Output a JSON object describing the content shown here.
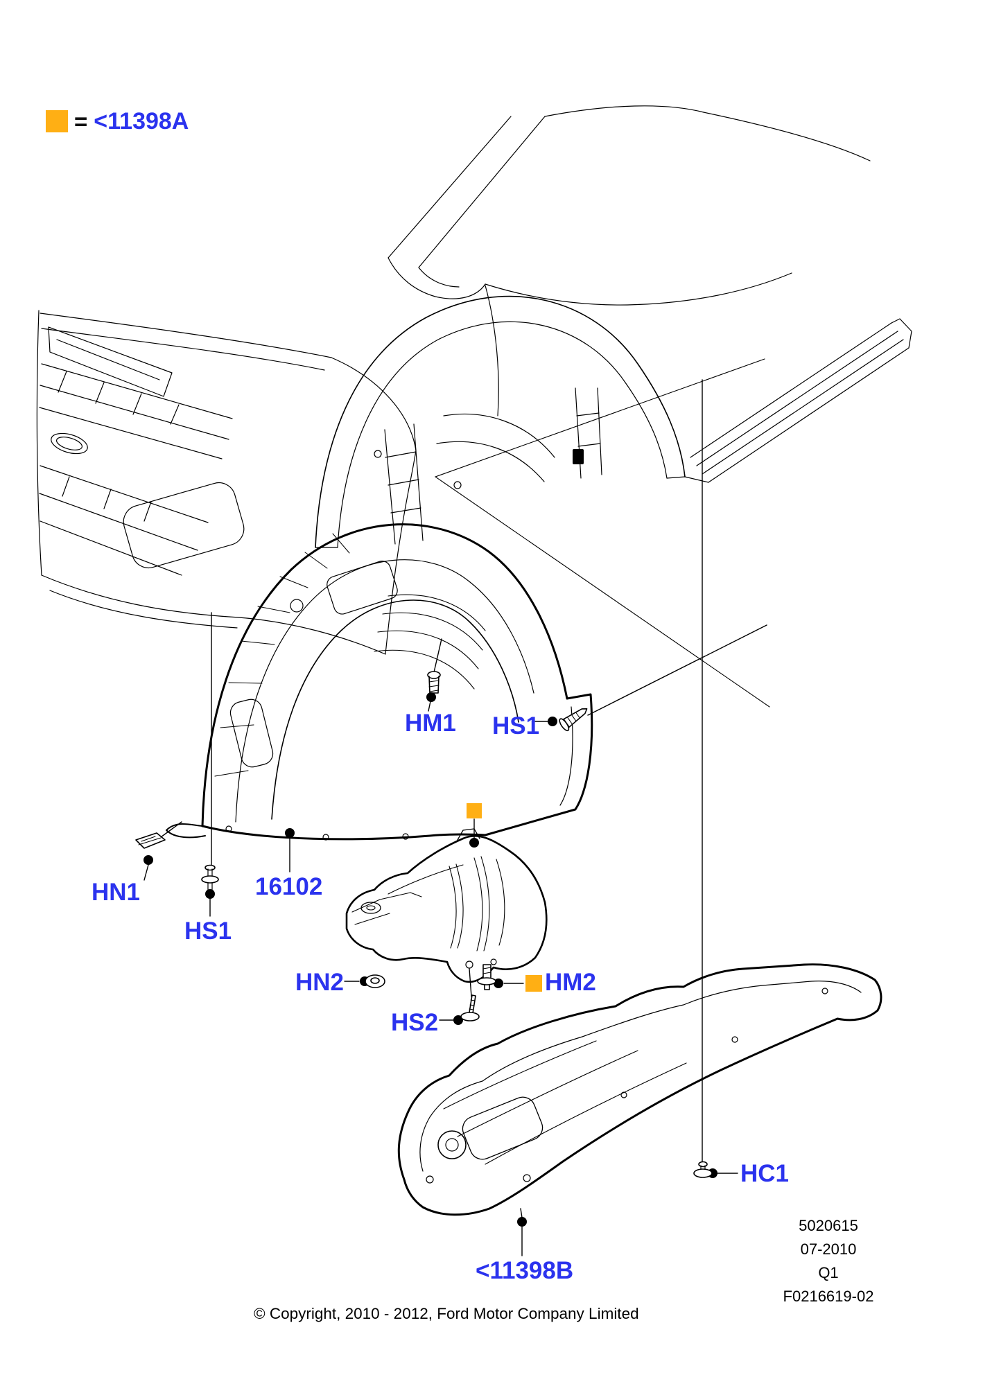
{
  "legend": {
    "swatch_icon": "orange-square",
    "equals_sign": "=",
    "part_ref": "<11398A"
  },
  "colors": {
    "accent_orange": "#FFAF14",
    "label_blue": "#2B33EE",
    "line_black": "#000000"
  },
  "callouts": {
    "hm1": {
      "label": "HM1",
      "icon": "bolt-icon"
    },
    "hs1_upper": {
      "label": "HS1",
      "icon": "screw-icon"
    },
    "hn1": {
      "label": "HN1",
      "icon": "clip-nut-icon"
    },
    "hs1_lower": {
      "label": "HS1",
      "icon": "push-pin-icon"
    },
    "part_16102": {
      "label": "16102"
    },
    "hn2": {
      "label": "HN2",
      "icon": "flange-nut-icon"
    },
    "hm2": {
      "label": "HM2",
      "icon": "bolt-icon",
      "marker": "orange-square"
    },
    "hs2": {
      "label": "HS2",
      "icon": "screw-icon"
    },
    "hc1": {
      "label": "HC1",
      "icon": "clip-pin-icon"
    },
    "part_11398b": {
      "label": "<11398B"
    },
    "heat_shield_marker": {
      "marker": "orange-square"
    }
  },
  "footer": {
    "doc_number": "5020615",
    "date": "07-2010",
    "quarter": "Q1",
    "figure_code": "F0216619-02",
    "copyright": "© Copyright, 2010 - 2012, Ford Motor Company Limited"
  },
  "artwork": {
    "vehicle": "front-left quarter line illustration",
    "fender_liner": "wheel arch liner part 16102",
    "heat_shield": "exhaust heat shield",
    "underbody_shield": "underbody air deflector shield 11398B"
  }
}
